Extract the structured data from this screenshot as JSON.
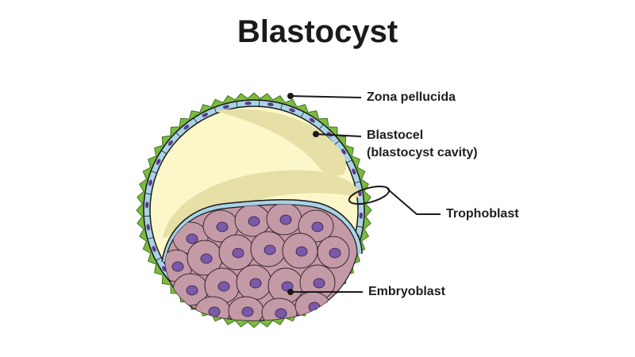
{
  "title": "Blastocyst",
  "labels": {
    "zona_pellucida": "Zona pellucida",
    "blastocel": "Blastocel",
    "blastocel_sub": "(blastocyst cavity)",
    "trophoblast": "Trophoblast",
    "embryoblast": "Embryoblast"
  },
  "colors": {
    "zona_pellucida": "#7dbb3f",
    "trophoblast_layer": "#a9d3e6",
    "trophoblast_nucleus": "#5a3a8a",
    "cavity": "#fbf7c9",
    "cavity_shadow": "#e6dfa6",
    "embryoblast_cell": "#c49aa6",
    "embryoblast_nucleus": "#7a5aa8",
    "outline": "#1a1a1a"
  }
}
